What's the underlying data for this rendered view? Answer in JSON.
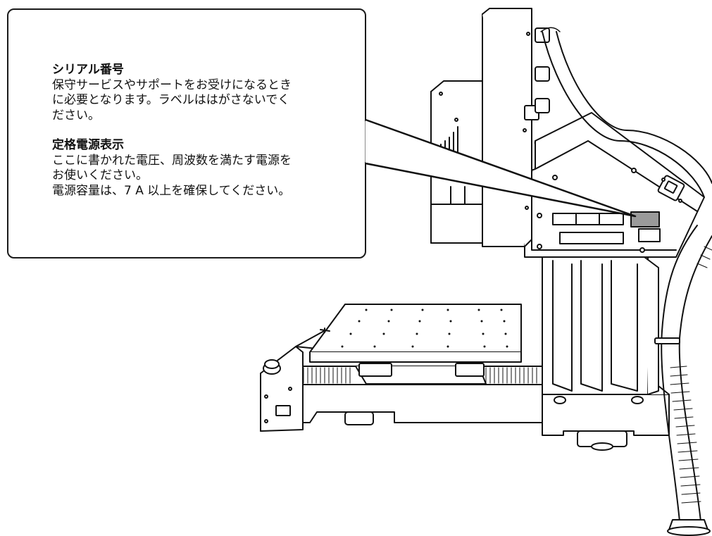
{
  "serial": {
    "heading": "シリアル番号",
    "body": "保守サービスやサポートをお受けになるとき\nに必要となります。ラベルははがさないでく\nださい。"
  },
  "rating": {
    "heading": "定格電源表示",
    "body": "ここに書かれた電圧、周波数を満たす電源を\nお使いください。\n電源容量は、7 A 以上を確保してください。"
  }
}
